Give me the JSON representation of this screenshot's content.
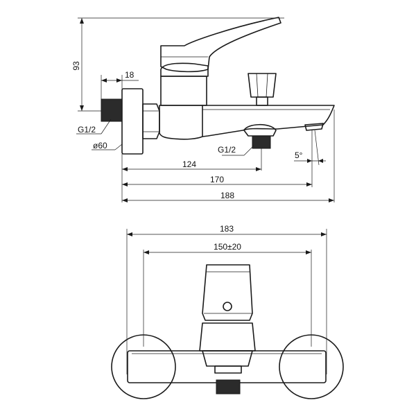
{
  "side_view": {
    "height_label": "93",
    "inlet_width_label": "18",
    "inlet_thread_label": "G1/2",
    "flange_diameter_label": "ø60",
    "spout_outlet_thread_label": "G1/2",
    "spout_angle_label": "5°",
    "dim_124_label": "124",
    "dim_170_label": "170",
    "dim_188_label": "188"
  },
  "front_view": {
    "overall_width_label": "183",
    "center_distance_label": "150±20"
  },
  "colors": {
    "line": "#1a1a1a",
    "fill_dark": "#2b2b2b",
    "background": "#ffffff"
  }
}
